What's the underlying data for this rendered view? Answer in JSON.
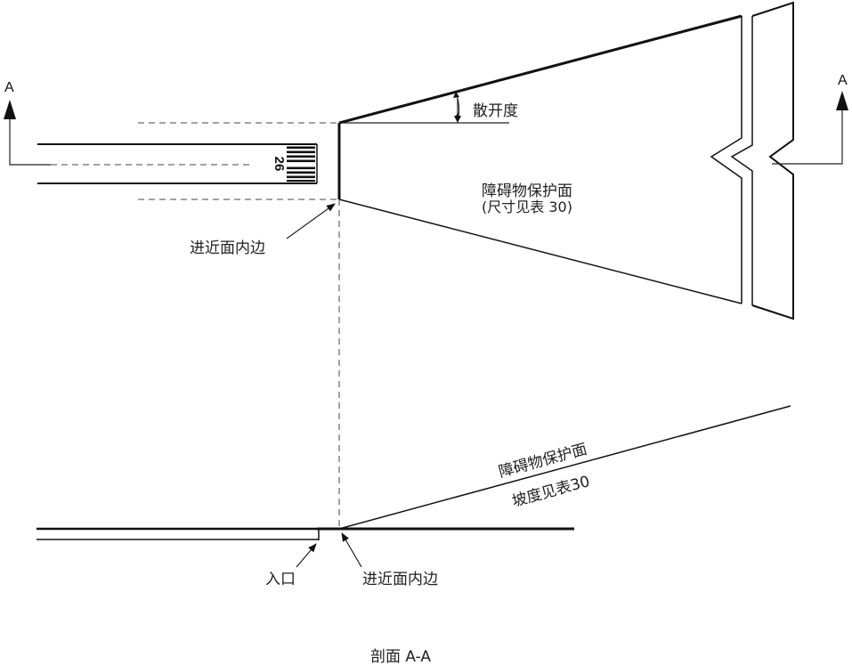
{
  "plan_view": {
    "section_mark_left": "A",
    "section_mark_right": "A",
    "runway_designator": "26",
    "divergence_label": "散开度",
    "surface_label": "障碍物保护面",
    "surface_note": "(尺寸见表 30)",
    "inner_edge_label": "进近面内边"
  },
  "section_view": {
    "surface_label": "障碍物保护面",
    "slope_note": "坡度见表30",
    "entrance_label": "入口",
    "inner_edge_label": "进近面内边",
    "caption": "剖面 A-A"
  }
}
